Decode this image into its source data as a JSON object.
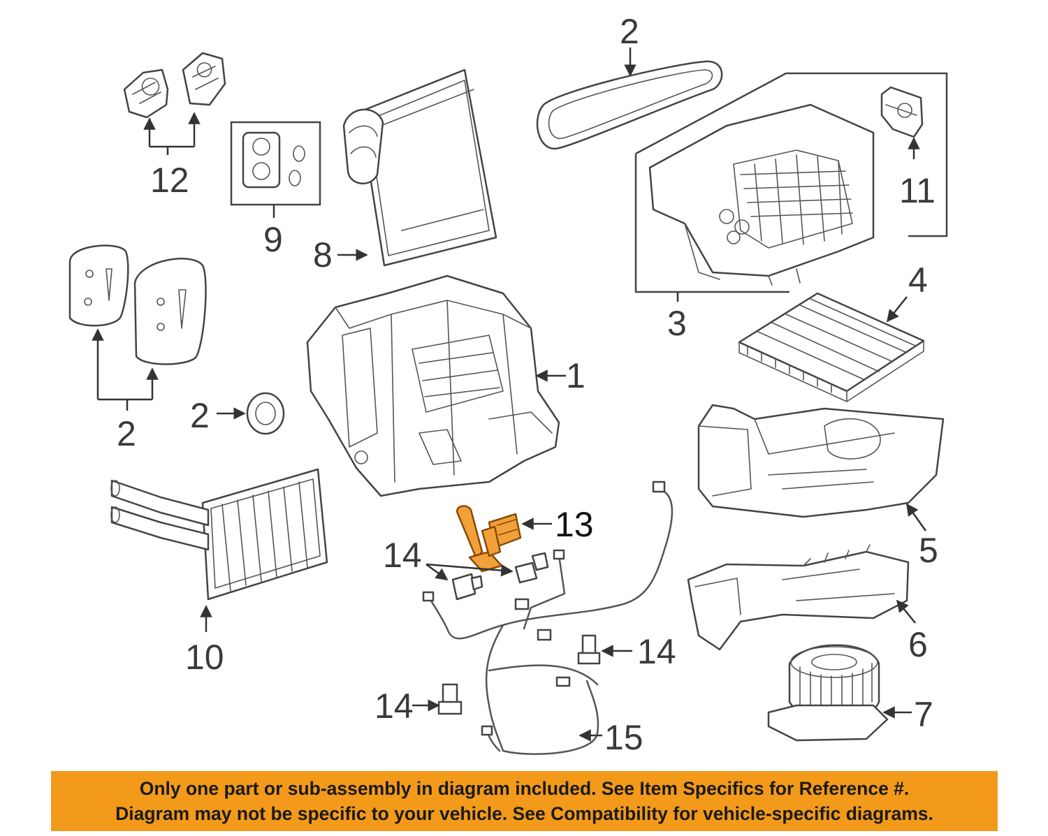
{
  "callouts": {
    "c1": "1",
    "c2_seal": "2",
    "c2_left": "2",
    "c2_grommet": "2",
    "c3": "3",
    "c4": "4",
    "c5": "5",
    "c6": "6",
    "c7": "7",
    "c8": "8",
    "c9": "9",
    "c10": "10",
    "c11": "11",
    "c12": "12",
    "c13": "13",
    "c14_a": "14",
    "c14_b": "14",
    "c14_c": "14",
    "c15": "15"
  },
  "highlight_part": "13",
  "colors": {
    "highlight": "#f2a03a",
    "banner": "#f39a1a"
  },
  "disclaimer": {
    "line1": "Only one part or sub-assembly in diagram included. See Item Specifics for Reference #.",
    "line2": "Diagram may not be specific to your vehicle. See Compatibility for vehicle-specific diagrams."
  }
}
